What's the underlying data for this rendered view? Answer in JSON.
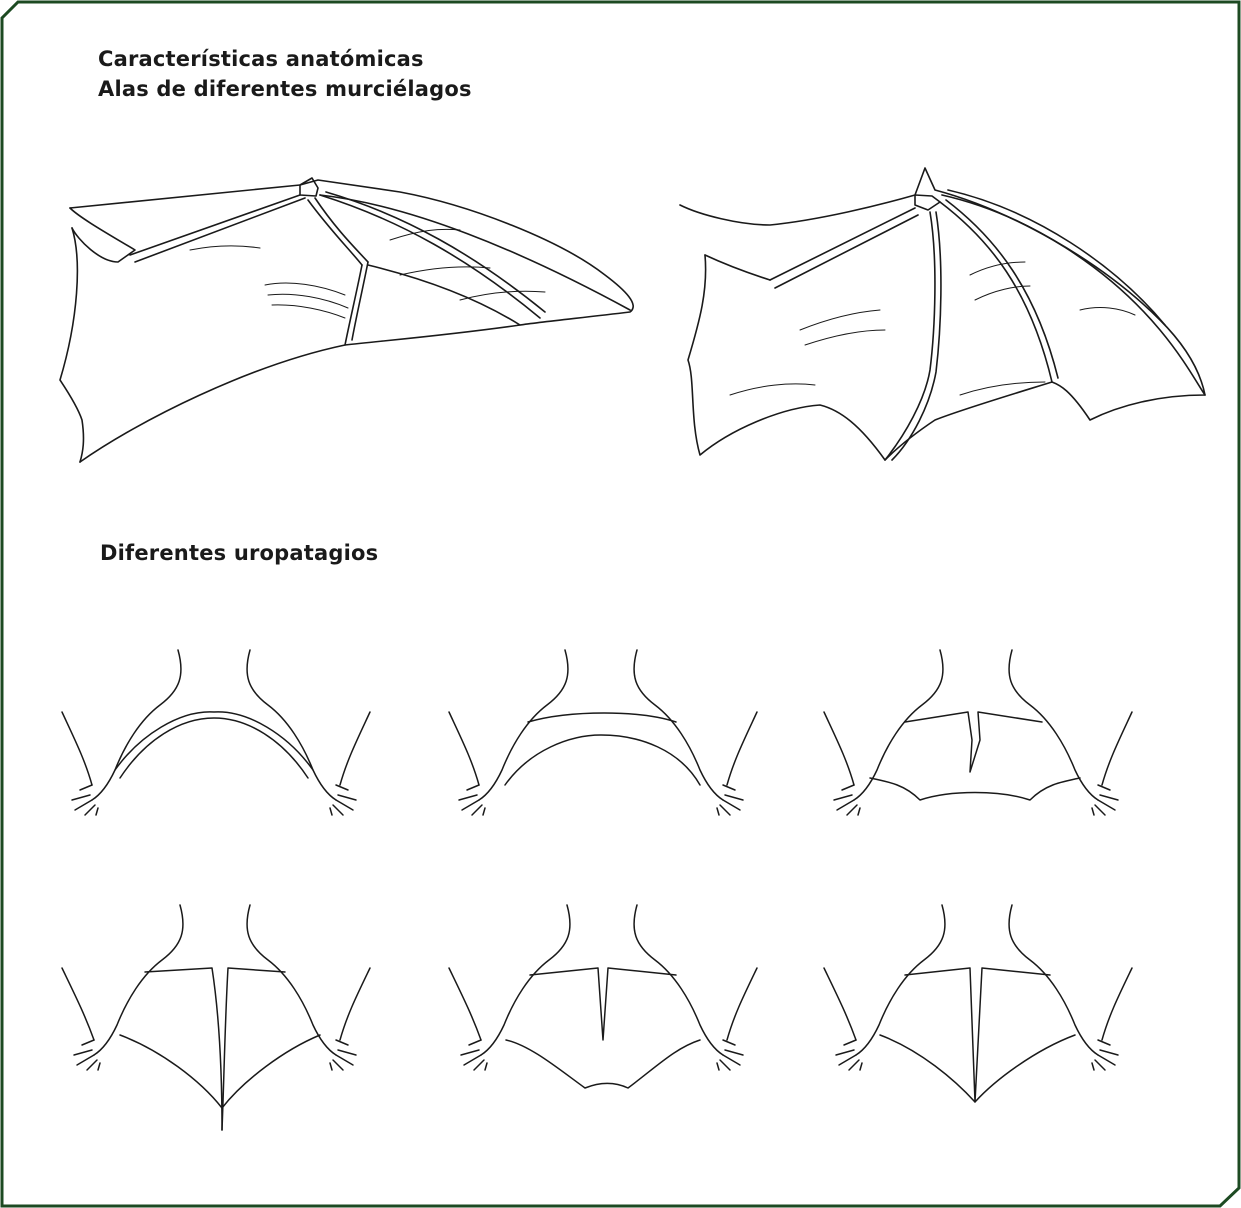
{
  "colors": {
    "border": "#1d4a22",
    "ink": "#1a1a1a",
    "background": "#ffffff"
  },
  "title": {
    "line1": "Características anatómicas",
    "line2": "Alas de diferentes murciélagos"
  },
  "uropatagium_heading": "Diferentes uropatagios",
  "wings": [
    {
      "shape": "long-narrow"
    },
    {
      "shape": "broad-rounded"
    }
  ],
  "uropatagia": [
    {
      "shape": "reduced-arched"
    },
    {
      "shape": "narrow-band"
    },
    {
      "shape": "notched-scalloped"
    },
    {
      "shape": "full-pointed-tail-extended"
    },
    {
      "shape": "full-shallow-notch"
    },
    {
      "shape": "full-pointed"
    }
  ]
}
